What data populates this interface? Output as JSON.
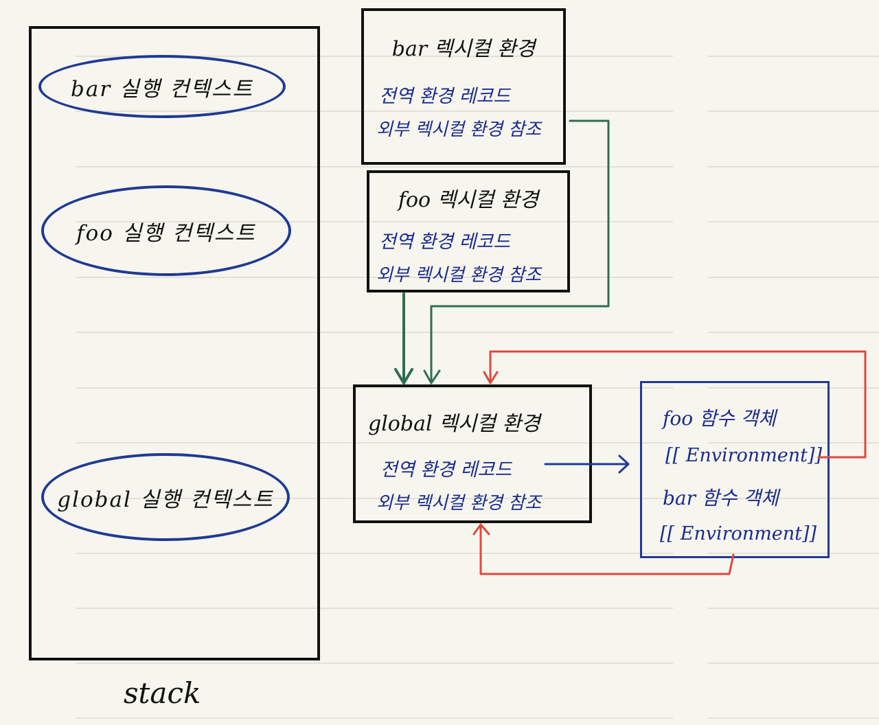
{
  "stack": {
    "label": "stack",
    "contexts": [
      {
        "label": "bar 실행 컨텍스트"
      },
      {
        "label": "foo 실행 컨텍스트"
      },
      {
        "label": "global 실행 컨텍스트"
      }
    ]
  },
  "environments": {
    "bar": {
      "title": "bar 렉시컬 환경",
      "record": "전역 환경 레코드",
      "outer": "외부 렉시컬 환경 참조"
    },
    "foo": {
      "title": "foo 렉시컬 환경",
      "record": "전역 환경 레코드",
      "outer": "외부 렉시컬 환경 참조"
    },
    "global": {
      "title": "global 렉시컬 환경",
      "record": "전역 환경 레코드",
      "outer": "외부 렉시컬 환경 참조"
    }
  },
  "functions": {
    "foo_object": "foo 함수 객체",
    "foo_env": "[[ Environment]]",
    "bar_object": "bar 함수 객체",
    "bar_env": "[[ Environment]]"
  },
  "colors": {
    "ink": "#111111",
    "blue": "#1f3a93",
    "green": "#2e6e4e",
    "red": "#e0473e"
  }
}
